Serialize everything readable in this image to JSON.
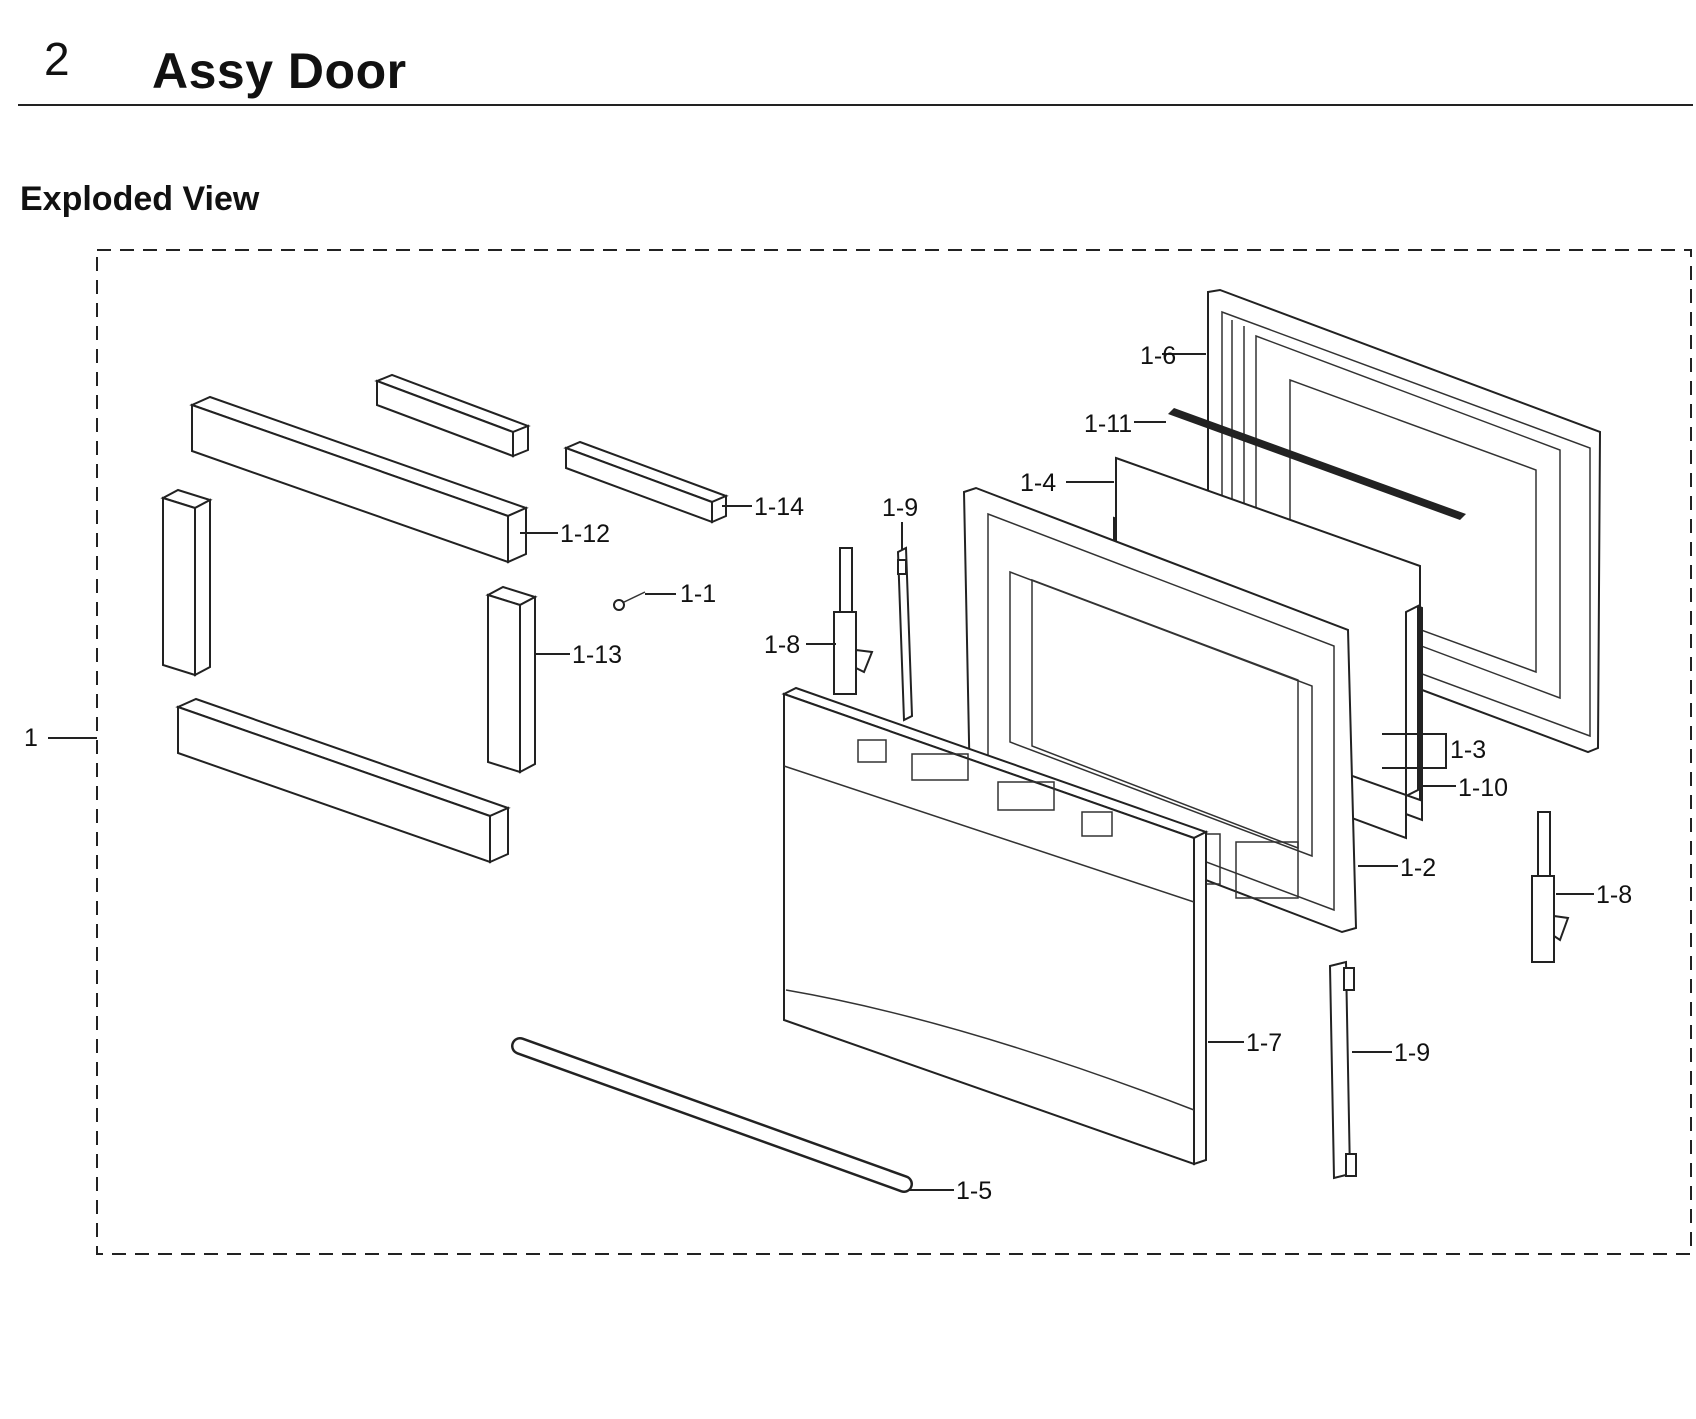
{
  "header": {
    "section_number": "2",
    "title": "Assy Door"
  },
  "view": {
    "subtitle": "Exploded View"
  },
  "callouts": {
    "assembly": "1",
    "screw": "1-1",
    "inner_frame": "1-2",
    "glass_pair": "1-3",
    "inner_glass": "1-4",
    "handle": "1-5",
    "inner_door": "1-6",
    "outer_door": "1-7",
    "hinge_left": "1-8",
    "hinge_right": "1-8",
    "channel_upper": "1-9",
    "channel_lower": "1-9",
    "bracket": "1-10",
    "gasket": "1-11",
    "insulation_long": "1-12",
    "insulation_side": "1-13",
    "insulation_short": "1-14"
  }
}
